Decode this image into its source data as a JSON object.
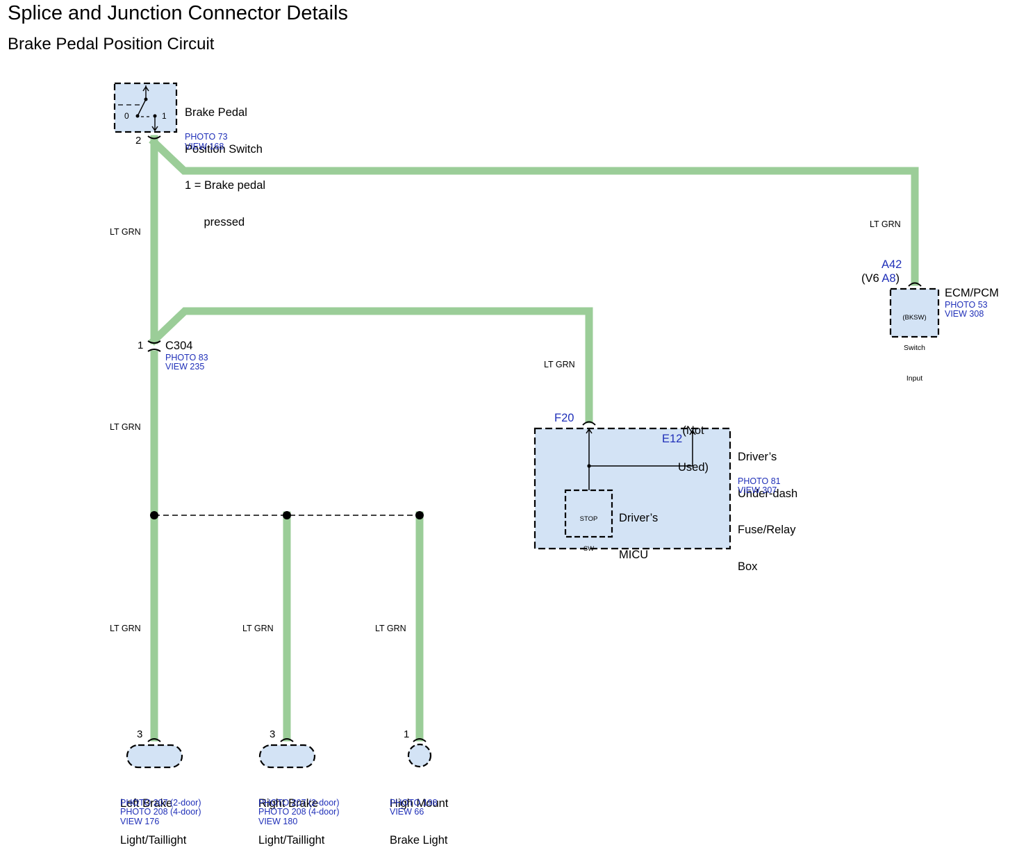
{
  "header": {
    "title": "Splice and Junction Connector Details",
    "subtitle": "Brake Pedal Position Circuit"
  },
  "colors": {
    "wire": "#9bcd98",
    "component_fill": "#d3e3f5",
    "link_text": "#1f2fb8"
  },
  "components": {
    "brake_switch": {
      "name_lines": [
        "Brake Pedal",
        "Position Switch",
        "1 = Brake pedal",
        "      pressed"
      ],
      "photo": "PHOTO 73",
      "view": "VIEW 168",
      "pin": "2",
      "pos0": "0",
      "pos1": "1"
    },
    "ecm": {
      "name": "ECM/PCM",
      "photo": "PHOTO 53",
      "view": "VIEW 308",
      "pin": "A42",
      "pin_alt_prefix": "(V6 ",
      "pin_alt": "A8",
      "pin_alt_suffix": ")",
      "inner_lines": [
        "(BKSW)",
        "Switch",
        "Input"
      ]
    },
    "c304": {
      "name": "C304",
      "photo": "PHOTO 83",
      "view": "VIEW 235",
      "pin": "1"
    },
    "fuse_box": {
      "name_lines": [
        "Driver’s",
        "Under-dash",
        "Fuse/Relay",
        "Box"
      ],
      "photo": "PHOTO 81",
      "view": "VIEW 307",
      "pin_in": "F20",
      "pin_out": "E12",
      "not_used_lines": [
        "(Not",
        "Used)"
      ],
      "micu_lines": [
        "Driver’s",
        "MICU"
      ],
      "stop_sw_lines": [
        "STOP",
        "SW"
      ]
    },
    "left_light": {
      "name_lines": [
        "Left Brake",
        "Light/Taillight"
      ],
      "photos": [
        "PHOTO 207 (2-door)",
        "PHOTO 208 (4-door)"
      ],
      "view": "VIEW 176",
      "pin": "3"
    },
    "right_light": {
      "name_lines": [
        "Right Brake",
        "Light/Taillight"
      ],
      "photos": [
        "PHOTO 207 (2-door)",
        "PHOTO 208 (4-door)"
      ],
      "view": "VIEW 180",
      "pin": "3"
    },
    "high_mount": {
      "name_lines": [
        "High Mount",
        "Brake Light"
      ],
      "photo": "PHOTO 198",
      "view": "VIEW 66",
      "pin": "1"
    }
  },
  "wires": {
    "color_label": "LT GRN"
  }
}
